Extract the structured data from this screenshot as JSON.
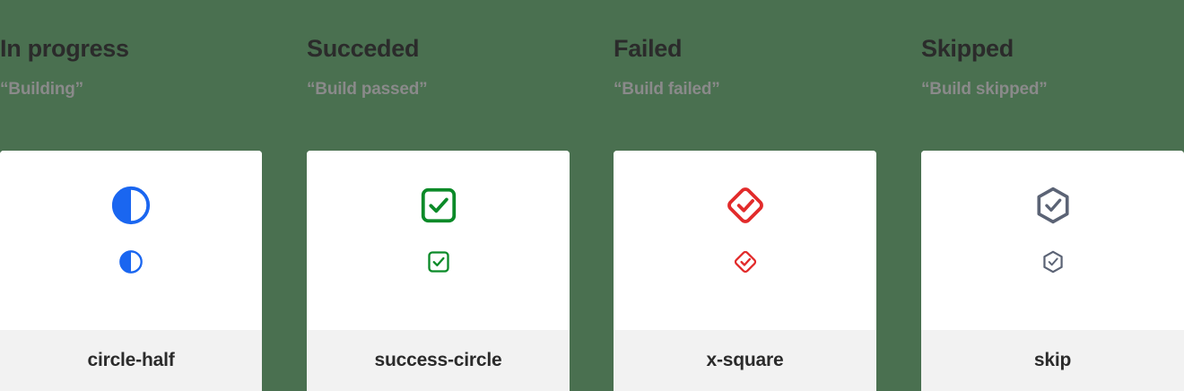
{
  "page": {
    "background_color": "#4a7050",
    "card_background": "#ffffff",
    "card_footer_background": "#f2f2f2",
    "heading_color": "#2b2b2b",
    "subtitle_color": "#8a8a8a"
  },
  "columns": [
    {
      "heading": "In progress",
      "subtitle": "“Building”",
      "icon_name": "circle-half-icon",
      "icon_label": "circle-half",
      "icon_color": "#1a66f0"
    },
    {
      "heading": "Succeded",
      "subtitle": "“Build passed”",
      "icon_name": "success-circle-icon",
      "icon_label": "success-circle",
      "icon_color": "#0a8a28"
    },
    {
      "heading": "Failed",
      "subtitle": "“Build failed”",
      "icon_name": "x-square-icon",
      "icon_label": "x-square",
      "icon_color": "#e22b2b"
    },
    {
      "heading": "Skipped",
      "subtitle": "“Build skipped”",
      "icon_name": "skip-icon",
      "icon_label": "skip",
      "icon_color": "#5b6375"
    }
  ]
}
